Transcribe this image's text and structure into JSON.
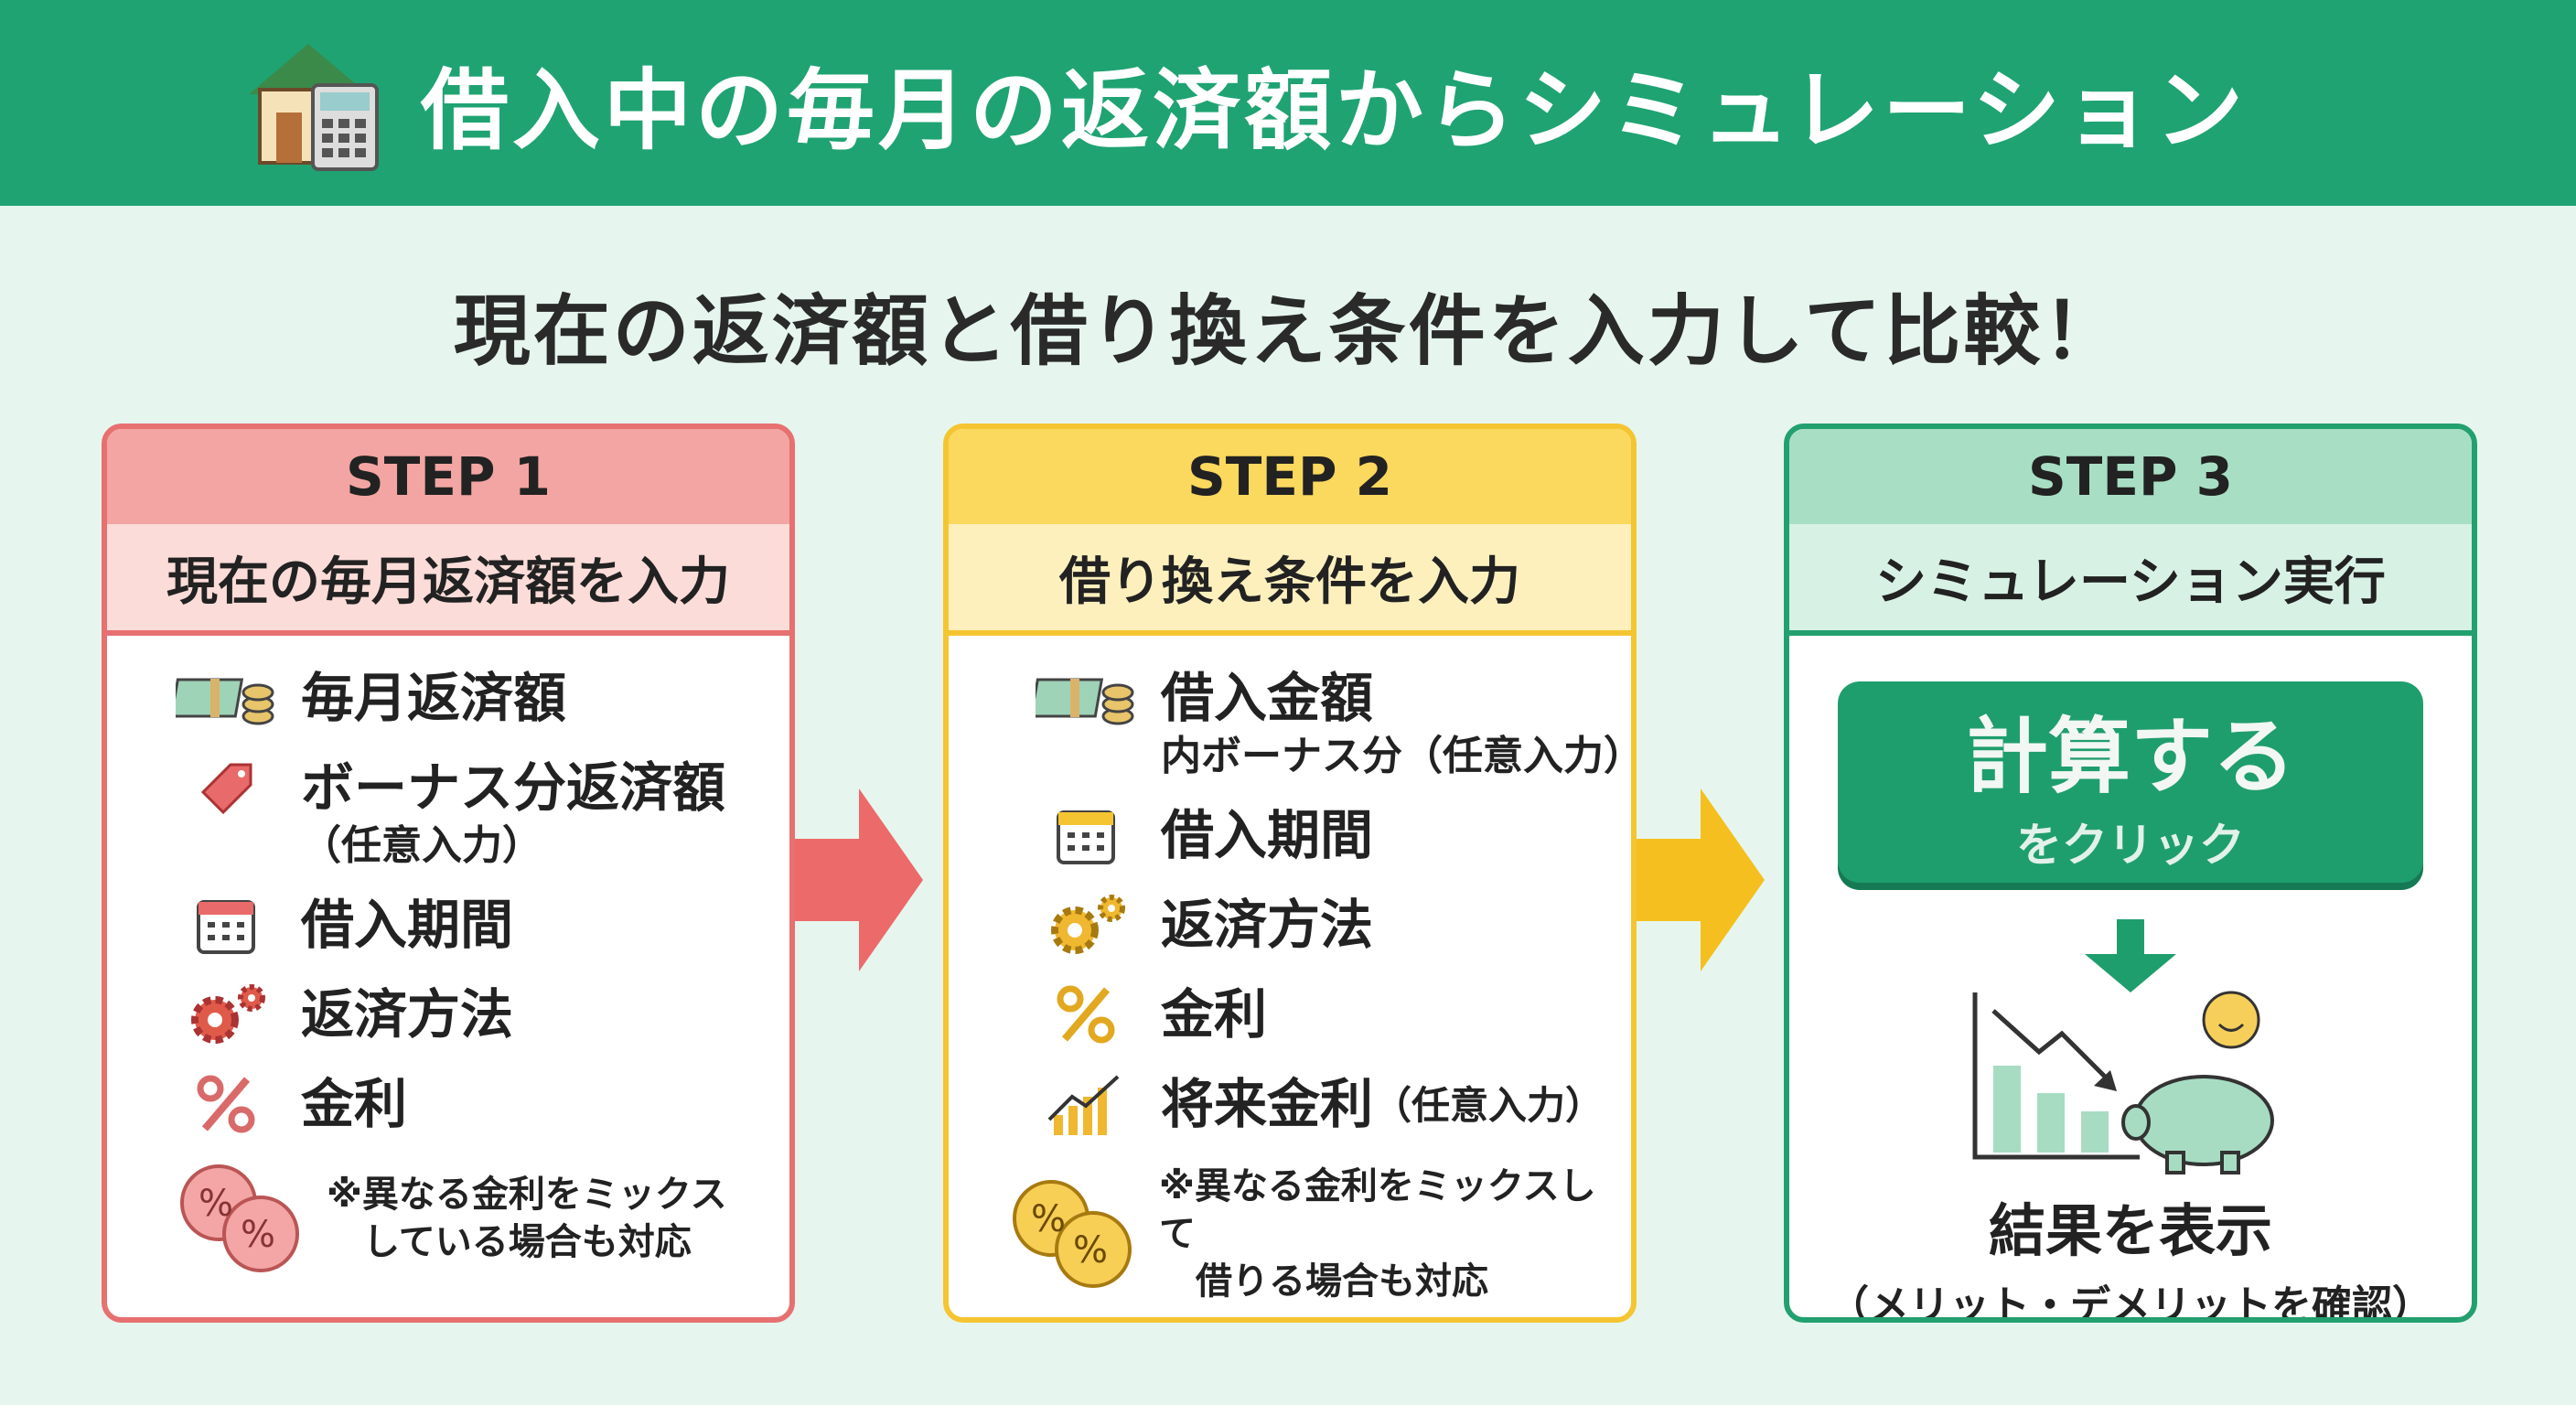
{
  "header": {
    "title": "借入中の毎月の返済額からシミュレーション"
  },
  "subtitle": "現在の返済額と借り換え条件を入力して比較！",
  "steps": [
    {
      "step": "STEP 1",
      "title": "現在の毎月返済額を入力",
      "items": [
        {
          "label": "毎月返済額"
        },
        {
          "label": "ボーナス分返済額",
          "sub": "（任意入力）"
        },
        {
          "label": "借入期間"
        },
        {
          "label": "返済方法"
        },
        {
          "label": "金利"
        }
      ],
      "note": [
        "※異なる金利をミックス",
        "　している場合も対応"
      ]
    },
    {
      "step": "STEP 2",
      "title": "借り換え条件を入力",
      "items": [
        {
          "label": "借入金額",
          "sub": "内ボーナス分（任意入力）"
        },
        {
          "label": "借入期間"
        },
        {
          "label": "返済方法"
        },
        {
          "label": "金利"
        },
        {
          "label": "将来金利",
          "opt": "（任意入力）"
        }
      ],
      "note": [
        "※異なる金利をミックスして",
        "　借りる場合も対応"
      ]
    },
    {
      "step": "STEP 3",
      "title": "シミュレーション実行",
      "button": {
        "label": "計算する",
        "sub": "をクリック"
      },
      "result": {
        "title": "結果を表示",
        "sub": "（メリット・デメリットを確認）"
      }
    }
  ],
  "colors": {
    "header": "#1fa372",
    "step1": "#e77070",
    "step2": "#f5c531",
    "step3": "#22a06f"
  }
}
